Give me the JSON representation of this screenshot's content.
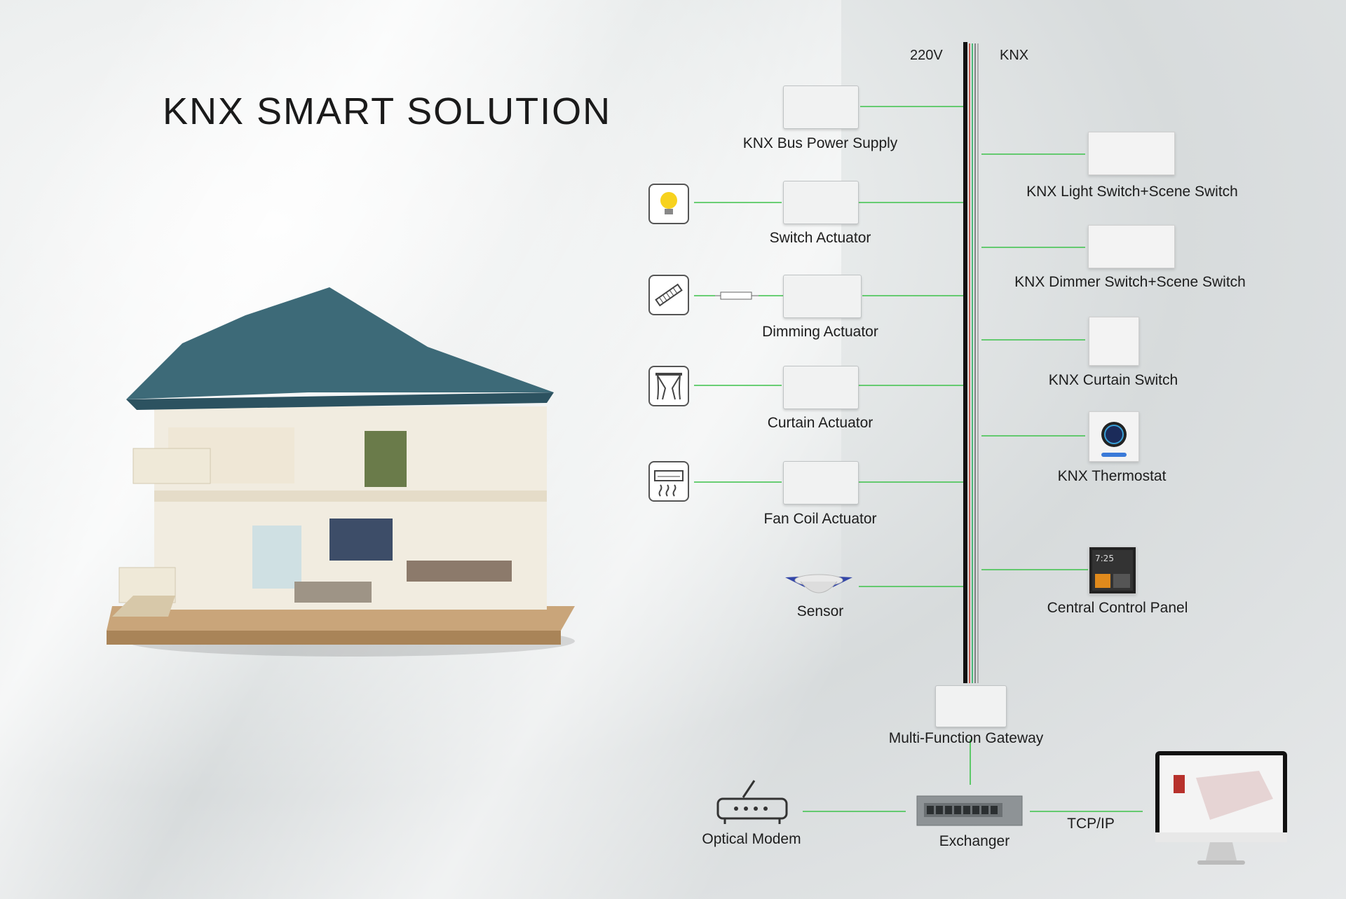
{
  "title": "KNX SMART SOLUTION",
  "bus": {
    "power_label": "220V",
    "knx_label": "KNX"
  },
  "left_devices": [
    {
      "label": "KNX Bus Power Supply"
    },
    {
      "label": "Switch Actuator"
    },
    {
      "label": "Dimming Actuator"
    },
    {
      "label": "Curtain Actuator"
    },
    {
      "label": "Fan Coil Actuator"
    },
    {
      "label": "Sensor"
    }
  ],
  "right_devices": [
    {
      "label": "KNX Light Switch+Scene Switch"
    },
    {
      "label": "KNX Dimmer Switch+Scene Switch"
    },
    {
      "label": "KNX Curtain Switch"
    },
    {
      "label": "KNX Thermostat"
    },
    {
      "label": "Central Control Panel"
    }
  ],
  "bottom": {
    "gateway": "Multi-Function Gateway",
    "modem": "Optical Modem",
    "exchanger": "Exchanger",
    "protocol": "TCP/IP"
  },
  "panel_screen": {
    "time": "7:25"
  },
  "colors": {
    "link": "#3cc24a",
    "bus_black": "#111111",
    "bus_red": "#c0392b",
    "bus_green": "#27ae60"
  },
  "icons": [
    "light-bulb-icon",
    "dimmer-strip-icon",
    "curtain-icon",
    "air-conditioner-icon",
    "router-icon",
    "network-switch-icon",
    "computer-monitor-icon",
    "house-illustration"
  ]
}
